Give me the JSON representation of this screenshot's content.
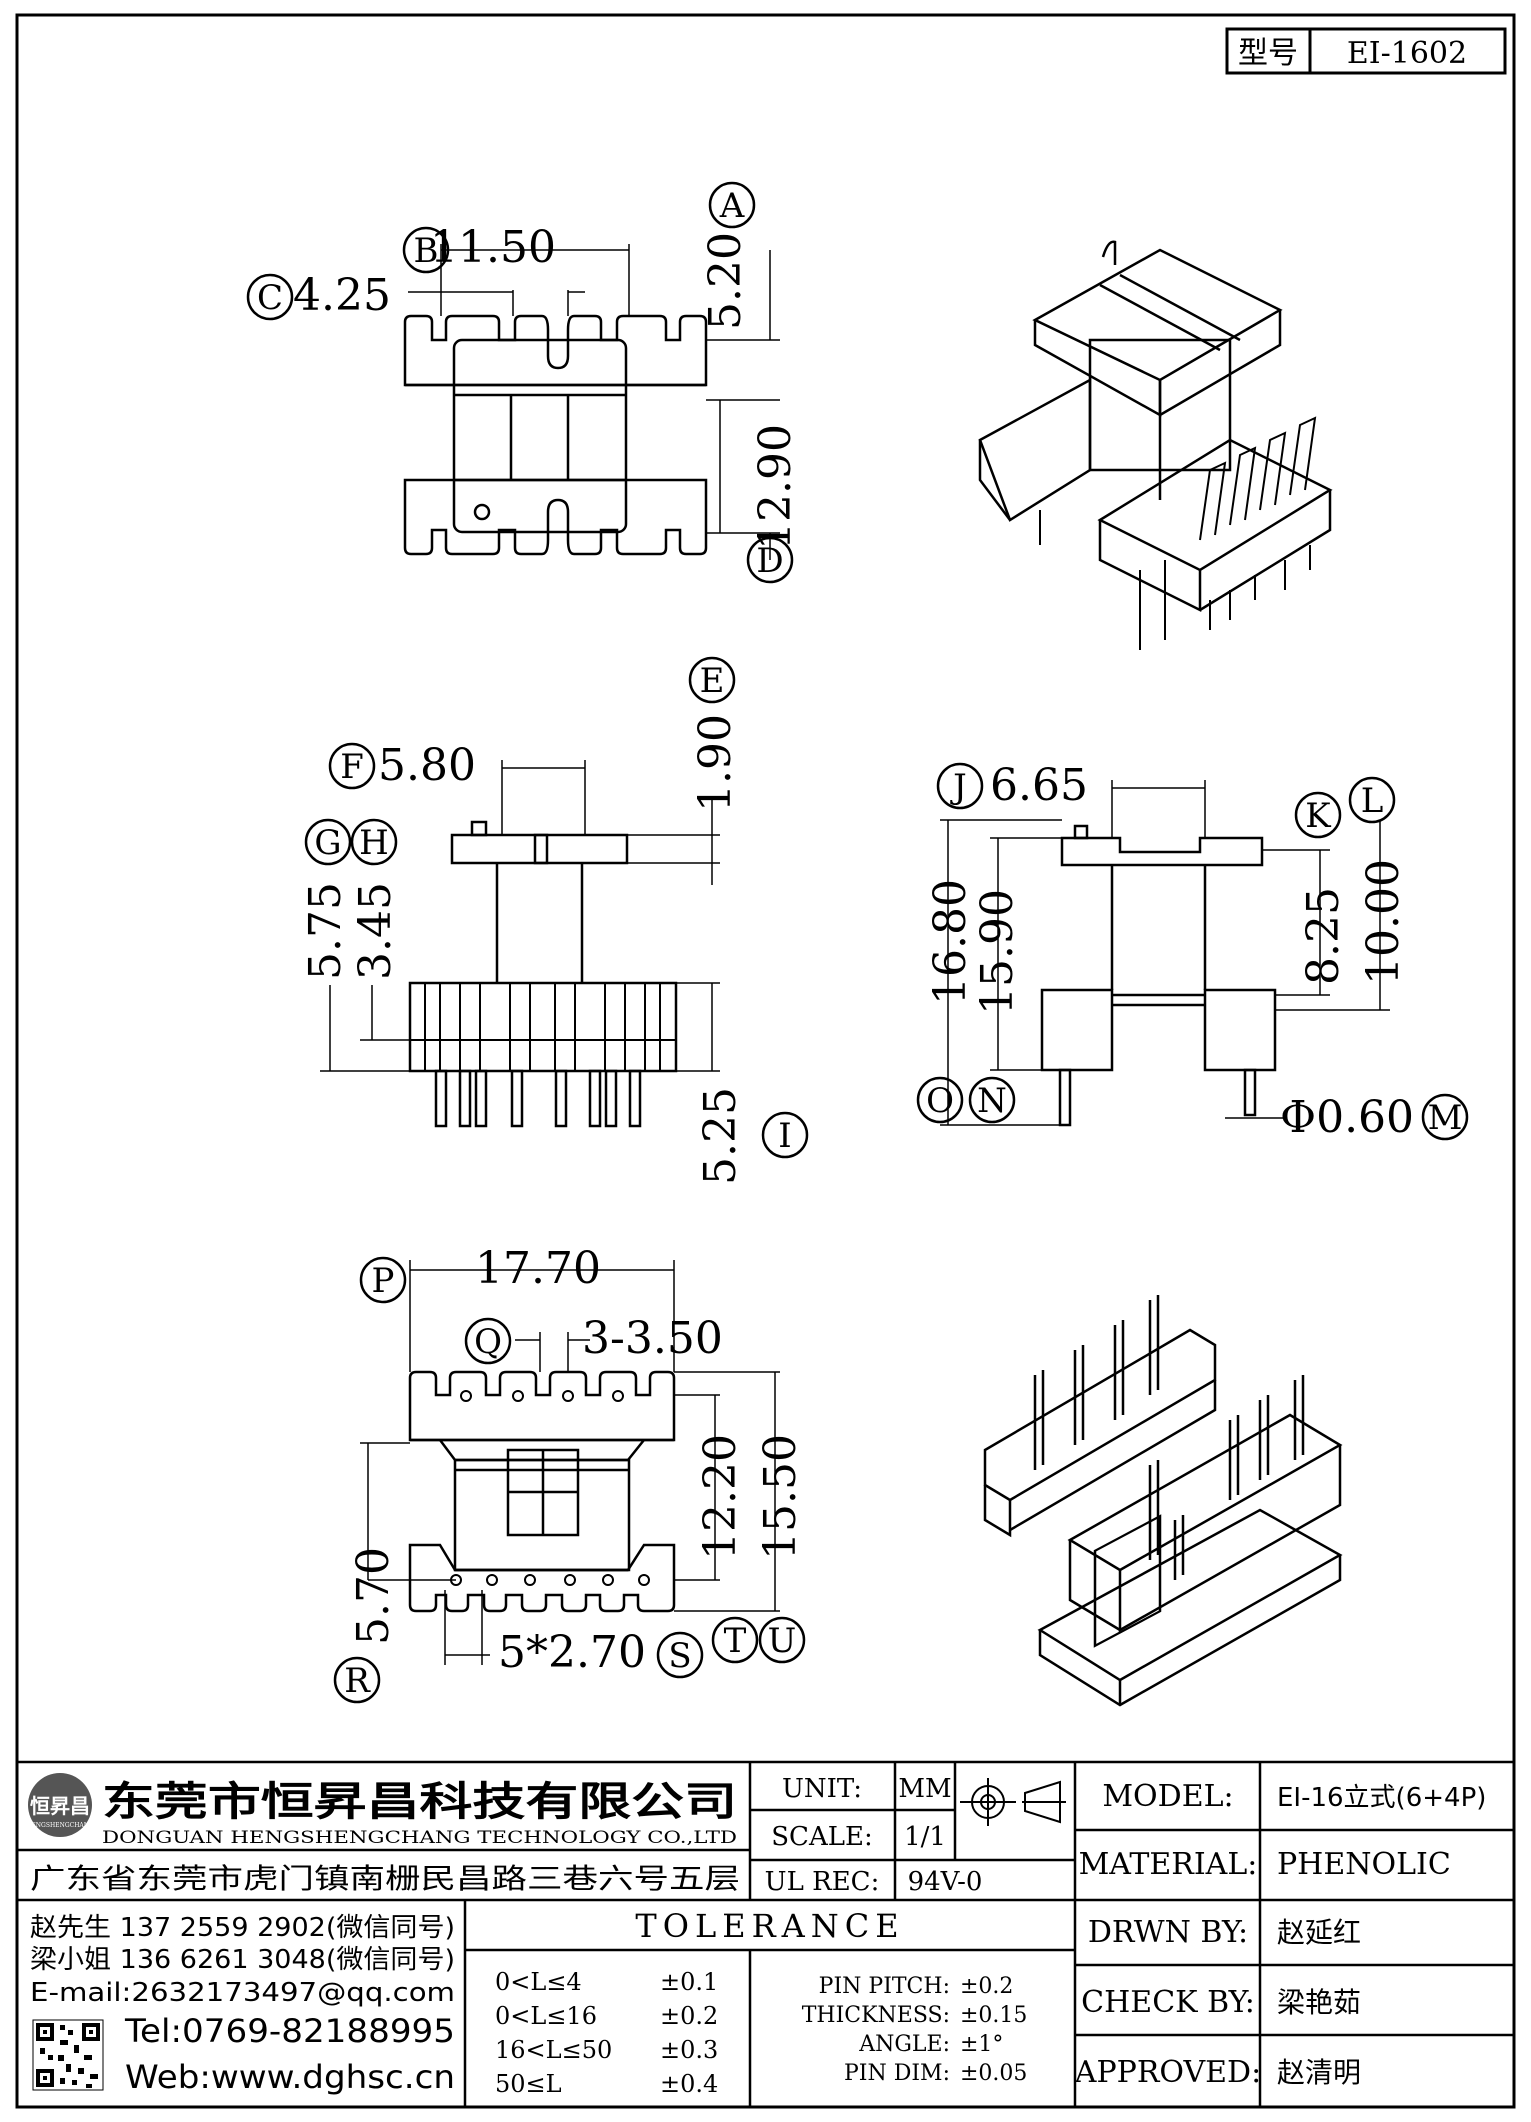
{
  "header": {
    "type_label": "型号",
    "model_code": "EI-1602"
  },
  "views": {
    "top": {
      "A": "A",
      "B": "B",
      "C": "C",
      "D": "D",
      "dim_b": "11.50",
      "dim_c": "4.25",
      "dim_a": "5.20",
      "dim_d": "12.90"
    },
    "front": {
      "E": "E",
      "F": "F",
      "G": "G",
      "H": "H",
      "I": "I",
      "dim_f": "5.80",
      "dim_e": "1.90",
      "dim_g": "5.75",
      "dim_h": "3.45",
      "dim_i": "5.25"
    },
    "side": {
      "J": "J",
      "K": "K",
      "L": "L",
      "M": "M",
      "N": "N",
      "O": "O",
      "dim_j": "6.65",
      "dim_o": "16.80",
      "dim_n": "15.90",
      "dim_k": "8.25",
      "dim_l": "10.00",
      "dim_m": "Φ0.60"
    },
    "bottom": {
      "P": "P",
      "Q": "Q",
      "R": "R",
      "S": "S",
      "T": "T",
      "U": "U",
      "dim_p": "17.70",
      "dim_q": "3-3.50",
      "dim_t": "12.20",
      "dim_u": "15.50",
      "dim_r": "5.70",
      "dim_s": "5*2.70"
    }
  },
  "title_block": {
    "company_cn": "东莞市恒昇昌科技有限公司",
    "company_en": "DONGUAN HENGSHENGCHANG TECHNOLOGY CO.,LTD",
    "address": "广东省东莞市虎门镇南栅民昌路三巷六号五层",
    "logo_text": "恒昇昌",
    "logo_sub": "HENGSHENGCHANG",
    "unit_label": "UNIT:",
    "unit_value": "MM",
    "scale_label": "SCALE:",
    "scale_value": "1/1",
    "ulrec_label": "UL REC:",
    "ulrec_value": "94V-0",
    "model_label": "MODEL:",
    "model_value": "EI-16立式(6+4P)",
    "material_label": "MATERIAL:",
    "material_value": "PHENOLIC",
    "drwn_label": "DRWN BY:",
    "drwn_value": "赵延红",
    "check_label": "CHECK BY:",
    "check_value": "梁艳茹",
    "approved_label": "APPROVED:",
    "approved_value": "赵清明",
    "contact_1": "赵先生 137 2559 2902(微信同号)",
    "contact_2": "梁小姐 136 6261 3048(微信同号)",
    "email": "E-mail:2632173497@qq.com",
    "tel": "Tel:0769-82188995",
    "web": "Web:www.dghsc.cn",
    "tolerance_title": "TOLERANCE",
    "tol_rows": [
      {
        "range": "0<L≤4",
        "value": "±0.1"
      },
      {
        "range": "0<L≤16",
        "value": "±0.2"
      },
      {
        "range": "16<L≤50",
        "value": "±0.3"
      },
      {
        "range": "50≤L",
        "value": "±0.4"
      }
    ],
    "tol_specs": [
      {
        "name": "PIN PITCH:",
        "value": "±0.2"
      },
      {
        "name": "THICKNESS:",
        "value": "±0.15"
      },
      {
        "name": "ANGLE:",
        "value": "±1°"
      },
      {
        "name": "PIN DIM:",
        "value": "±0.05"
      }
    ]
  }
}
